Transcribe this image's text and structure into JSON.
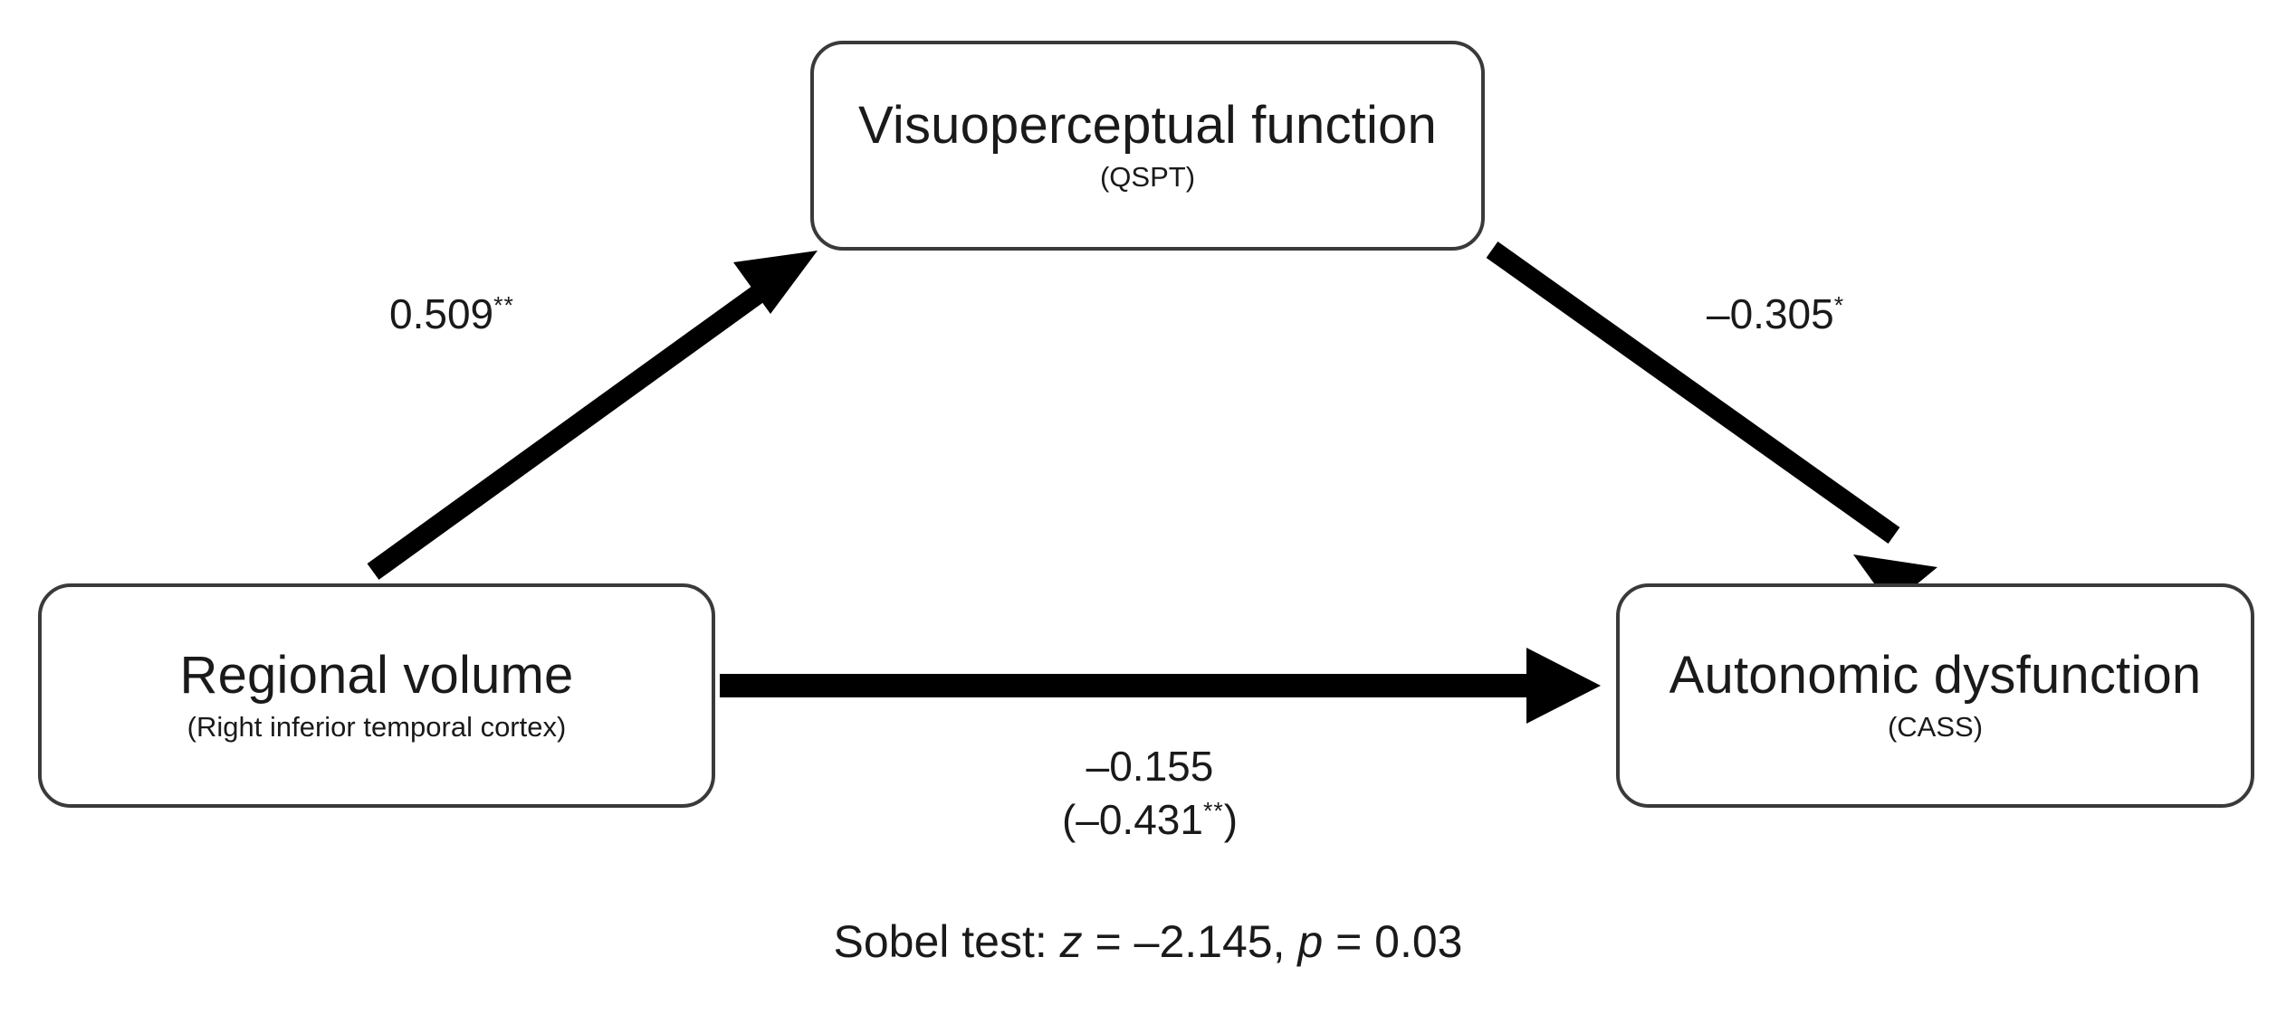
{
  "diagram": {
    "type": "mediation-path-diagram",
    "background_color": "#ffffff",
    "line_color": "#000000",
    "box_border_color": "#3a3a3a",
    "nodes": {
      "predictor": {
        "title": "Regional volume",
        "subtitle": "(Right inferior temporal cortex)",
        "role": "independent-variable"
      },
      "mediator": {
        "title": "Visuoperceptual function",
        "subtitle": "(QSPT)",
        "role": "mediator"
      },
      "outcome": {
        "title": "Autonomic dysfunction",
        "subtitle": "(CASS)",
        "role": "dependent-variable"
      }
    },
    "paths": {
      "a": {
        "from": "predictor",
        "to": "mediator",
        "coefficient": "0.509",
        "significance": "**",
        "label": "0.509**"
      },
      "b": {
        "from": "mediator",
        "to": "outcome",
        "coefficient": "–0.305",
        "significance": "*",
        "label": "–0.305*"
      },
      "c": {
        "from": "predictor",
        "to": "outcome",
        "direct_effect": "–0.155",
        "direct_significance": "",
        "total_effect": "(–0.431**)",
        "total_effect_value": "–0.431",
        "total_effect_significance": "**"
      }
    },
    "caption": {
      "prefix": "Sobel test: ",
      "z_symbol": "z",
      "z_equals": " = ",
      "z_value": "–2.145",
      "separator": ", ",
      "p_symbol": "p",
      "p_equals": " = ",
      "p_value": "0.03",
      "full_text": "Sobel test: z = –2.145, p = 0.03"
    }
  }
}
